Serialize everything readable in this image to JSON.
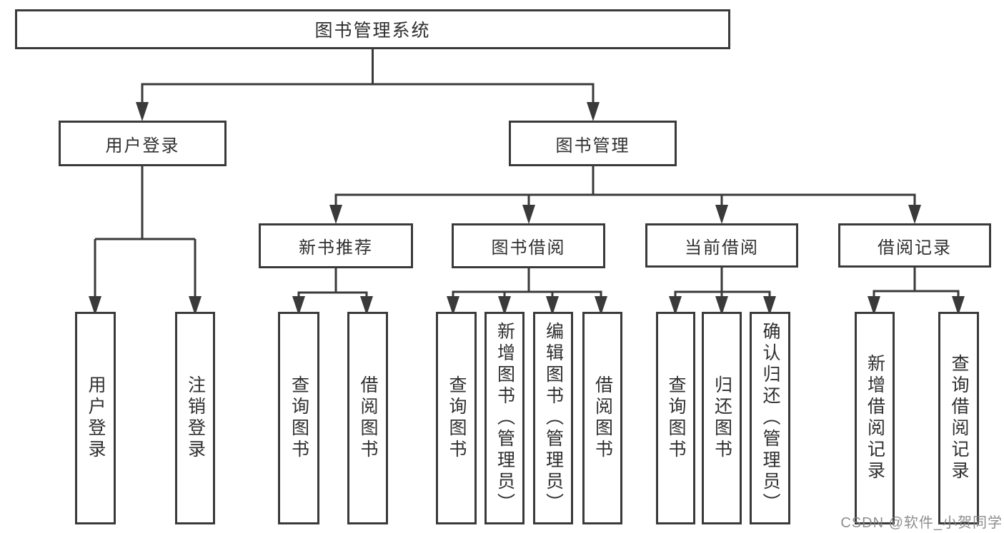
{
  "tree": {
    "root": "图书管理系统",
    "user": {
      "label": "用户登录",
      "children": [
        "用户登录",
        "注销登录"
      ]
    },
    "mgmt": {
      "label": "图书管理",
      "sections": [
        {
          "label": "新书推荐",
          "children": [
            "查询图书",
            "借阅图书"
          ]
        },
        {
          "label": "图书借阅",
          "children": [
            "查询图书",
            "新增图书（管理员）",
            "编辑图书（管理员）",
            "借阅图书"
          ]
        },
        {
          "label": "当前借阅",
          "children": [
            "查询图书",
            "归还图书",
            "确认归还（管理员）"
          ]
        },
        {
          "label": "借阅记录",
          "children": [
            "新增借阅记录",
            "查询借阅记录"
          ]
        }
      ]
    }
  },
  "watermark": "CSDN @软件_小贺同学",
  "colors": {
    "line": "#3a3a3a",
    "text": "#2f2f2f",
    "watermark": "#828282"
  }
}
